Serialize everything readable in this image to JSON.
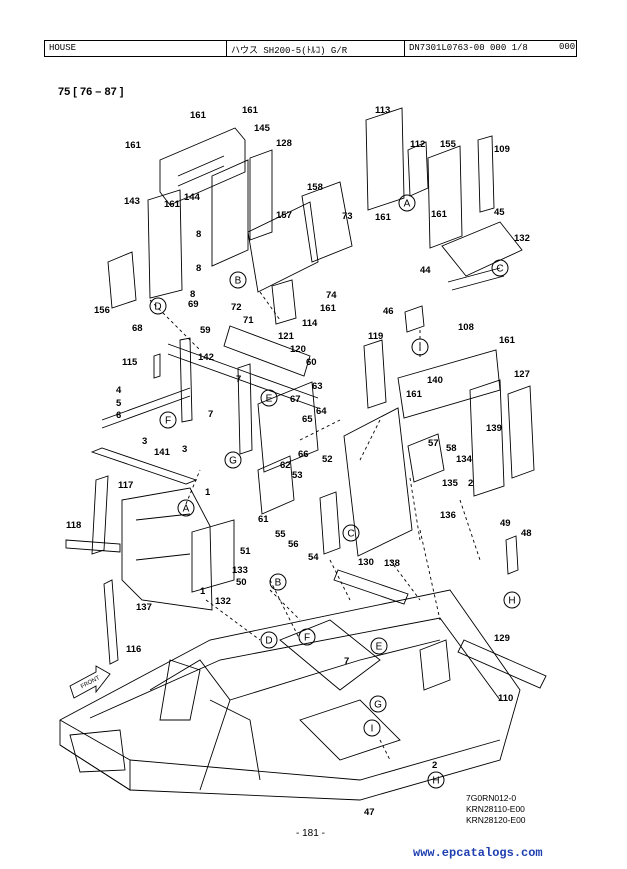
{
  "header": {
    "section": "HOUSE",
    "model": "ハウス SH200-5(ﾄﾙｺ) G/R",
    "doc_no": "DN7301L0763-00    000  1/8",
    "tail": "000"
  },
  "index_ref": "75 [ 76 – 87 ]",
  "front_label": "FRONT",
  "part_labels": [
    {
      "t": "161"
    },
    {
      "t": "161"
    },
    {
      "t": "145"
    },
    {
      "t": "161"
    },
    {
      "t": "128"
    },
    {
      "t": "113"
    },
    {
      "t": "112"
    },
    {
      "t": "155"
    },
    {
      "t": "109"
    },
    {
      "t": "143"
    },
    {
      "t": "161"
    },
    {
      "t": "144"
    },
    {
      "t": "158"
    },
    {
      "t": "157"
    },
    {
      "t": "73"
    },
    {
      "t": "161"
    },
    {
      "t": "161"
    },
    {
      "t": "45"
    },
    {
      "t": "132"
    },
    {
      "t": "8"
    },
    {
      "t": "8"
    },
    {
      "t": "44"
    },
    {
      "t": "8"
    },
    {
      "t": "156"
    },
    {
      "t": "74"
    },
    {
      "t": "69"
    },
    {
      "t": "72"
    },
    {
      "t": "161"
    },
    {
      "t": "71"
    },
    {
      "t": "114"
    },
    {
      "t": "46"
    },
    {
      "t": "108"
    },
    {
      "t": "68"
    },
    {
      "t": "59"
    },
    {
      "t": "121"
    },
    {
      "t": "119"
    },
    {
      "t": "161"
    },
    {
      "t": "120"
    },
    {
      "t": "115"
    },
    {
      "t": "142"
    },
    {
      "t": "60"
    },
    {
      "t": "127"
    },
    {
      "t": "7"
    },
    {
      "t": "63"
    },
    {
      "t": "140"
    },
    {
      "t": "4"
    },
    {
      "t": "5"
    },
    {
      "t": "67"
    },
    {
      "t": "161"
    },
    {
      "t": "6"
    },
    {
      "t": "7"
    },
    {
      "t": "64"
    },
    {
      "t": "65"
    },
    {
      "t": "139"
    },
    {
      "t": "3"
    },
    {
      "t": "57"
    },
    {
      "t": "141"
    },
    {
      "t": "3"
    },
    {
      "t": "66"
    },
    {
      "t": "58"
    },
    {
      "t": "52"
    },
    {
      "t": "134"
    },
    {
      "t": "62"
    },
    {
      "t": "53"
    },
    {
      "t": "117"
    },
    {
      "t": "135"
    },
    {
      "t": "1"
    },
    {
      "t": "2"
    },
    {
      "t": "136"
    },
    {
      "t": "61"
    },
    {
      "t": "55"
    },
    {
      "t": "118"
    },
    {
      "t": "56"
    },
    {
      "t": "49"
    },
    {
      "t": "48"
    },
    {
      "t": "51"
    },
    {
      "t": "54"
    },
    {
      "t": "130"
    },
    {
      "t": "138"
    },
    {
      "t": "133"
    },
    {
      "t": "50"
    },
    {
      "t": "1"
    },
    {
      "t": "137"
    },
    {
      "t": "132"
    },
    {
      "t": "129"
    },
    {
      "t": "116"
    },
    {
      "t": "7"
    },
    {
      "t": "110"
    },
    {
      "t": "2"
    },
    {
      "t": "47"
    }
  ],
  "callouts": [
    {
      "t": "A"
    },
    {
      "t": "B"
    },
    {
      "t": "C"
    },
    {
      "t": "D"
    },
    {
      "t": "E"
    },
    {
      "t": "F"
    },
    {
      "t": "G"
    },
    {
      "t": "I"
    },
    {
      "t": "C"
    },
    {
      "t": "A"
    },
    {
      "t": "H"
    },
    {
      "t": "B"
    },
    {
      "t": "D"
    },
    {
      "t": "F"
    },
    {
      "t": "E"
    },
    {
      "t": "G"
    },
    {
      "t": "I"
    },
    {
      "t": "H"
    }
  ],
  "drawing_codes": [
    "7G0RN012-0",
    "KRN28110-E00",
    "KRN28120-E00"
  ],
  "page_number": "- 181 -",
  "website": "www.epcatalogs.com"
}
